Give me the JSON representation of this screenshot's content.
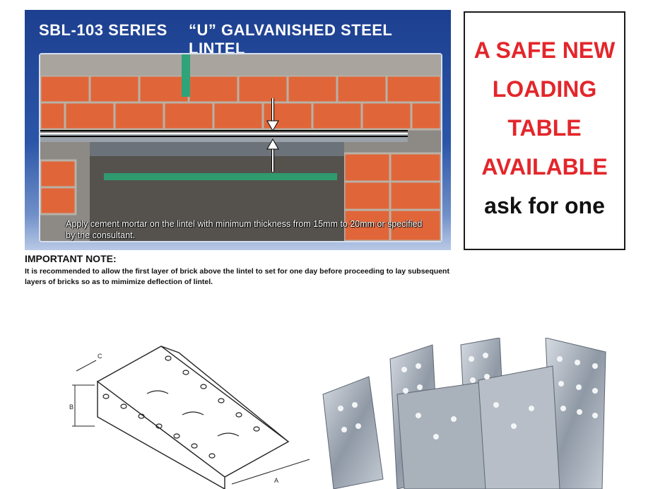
{
  "banner": {
    "series": "SBL-103 SERIES",
    "product": "“U” GALVANISHED STEEL LINTEL",
    "caption": "Apply cement mortar on the lintel with minimum thickness from 15mm to 20mm or specified by the consultant."
  },
  "note": {
    "heading": "IMPORTANT NOTE:",
    "text": "It is recommended to allow the first layer of brick above the lintel to set for one day before proceeding to lay subsequent layers of bricks so as to mimimize deflection of lintel."
  },
  "callout": {
    "lines": [
      "A SAFE NEW",
      "LOADING",
      "TABLE",
      "AVAILABLE"
    ],
    "ask": "ask for one"
  },
  "diagram": {
    "label_a": "A",
    "label_b": "B",
    "label_c": "C"
  },
  "colors": {
    "banner_blue": "#1d3f8f",
    "callout_red": "#e3262b",
    "brick": "#e0663a"
  },
  "icons": [
    "down-arrow-icon",
    "up-arrow-icon"
  ]
}
